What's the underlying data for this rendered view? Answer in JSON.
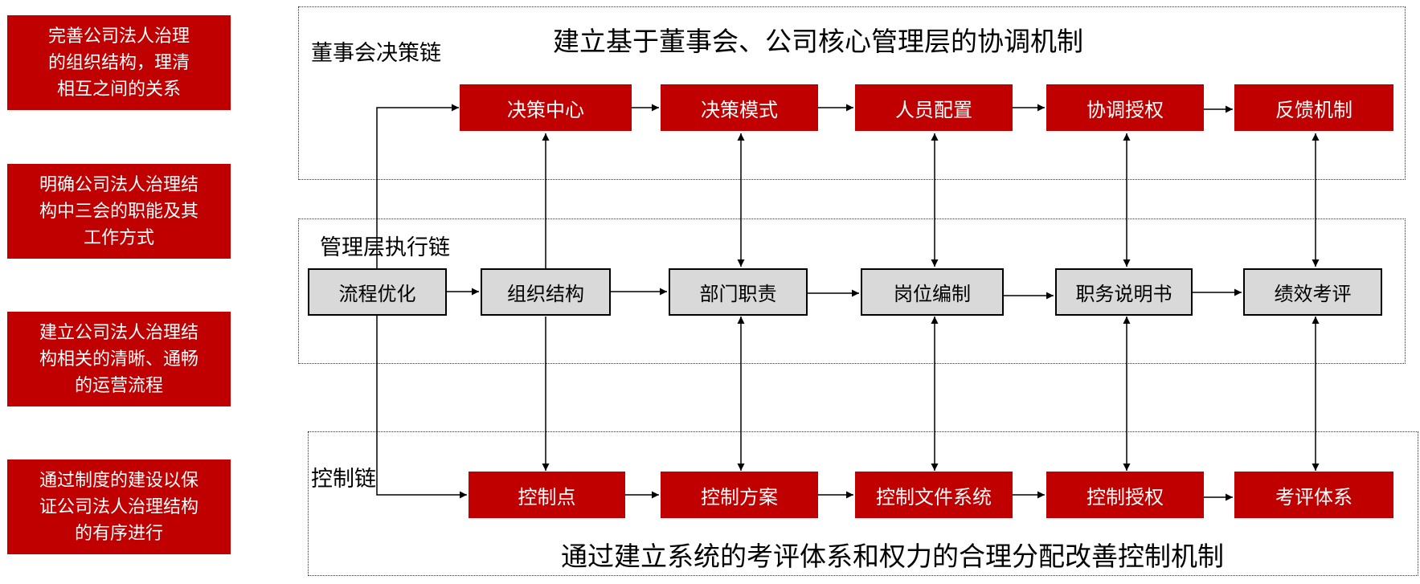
{
  "left_boxes": [
    {
      "text": "完善公司法人治理\n的组织结构，理清\n相互之间的关系"
    },
    {
      "text": "明确公司法人治理结\n构中三会的职能及其\n工作方式"
    },
    {
      "text": "建立公司法人治理结\n构相关的清晰、通畅\n的运营流程"
    },
    {
      "text": "通过制度的建设以保\n证公司法人治理结构\n的有序进行"
    }
  ],
  "board_chain": {
    "label": "董事会决策链",
    "heading": "建立基于董事会、公司核心管理层的协调机制",
    "nodes": [
      "决策中心",
      "决策模式",
      "人员配置",
      "协调授权",
      "反馈机制"
    ]
  },
  "management_chain": {
    "label": "管理层执行链",
    "nodes": [
      "流程优化",
      "组织结构",
      "部门职责",
      "岗位编制",
      "职务说明书",
      "绩效考评"
    ]
  },
  "control_chain": {
    "label": "控制链",
    "heading": "通过建立系统的考评体系和权力的合理分配改善控制机制",
    "nodes": [
      "控制点",
      "控制方案",
      "控制文件系统",
      "控制授权",
      "考评体系"
    ]
  },
  "colors": {
    "accent_red": "#c00000",
    "node_gray": "#d9d9d9"
  }
}
